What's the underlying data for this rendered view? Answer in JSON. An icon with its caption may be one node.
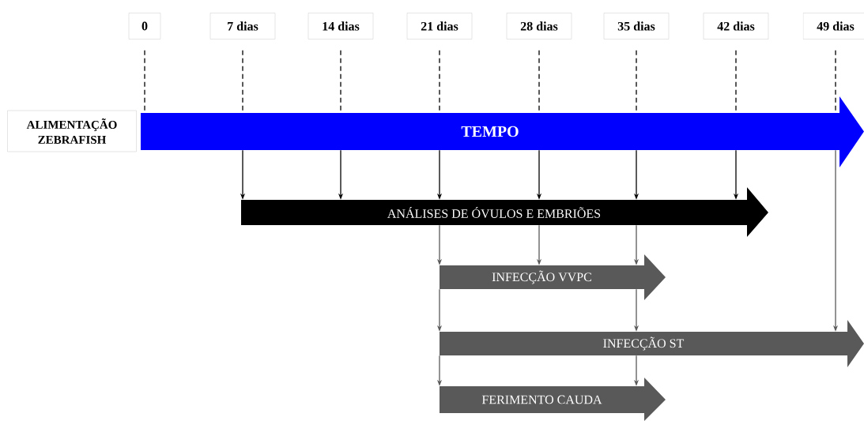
{
  "diagram": {
    "nodes": [
      {
        "text": [
          "0"
        ]
      },
      {
        "text": [
          "7 dias"
        ]
      },
      {
        "text": [
          "14 dias"
        ]
      },
      {
        "text": [
          "21 dias"
        ]
      },
      {
        "text": [
          "28 dias"
        ]
      },
      {
        "text": [
          "35 dias"
        ]
      },
      {
        "text": [
          "42 dias"
        ]
      },
      {
        "text": [
          "49 dias"
        ]
      },
      {
        "text": [
          "ALIMENTAÇÃO ZEBRAFISH"
        ]
      },
      {
        "text": [
          "TEMPO"
        ]
      },
      {
        "text": [
          "ANÁLISES DE ÓVULOS E EMBRIÕES"
        ]
      },
      {
        "text": [
          "INFECÇÃO VVPC"
        ]
      },
      {
        "text": [
          "INFECÇÃO ST"
        ]
      },
      {
        "text": [
          "FERIMENTO CAUDA"
        ]
      }
    ],
    "edges": [
      {
        "from": 0,
        "to": 9,
        "arrow": "none",
        "style": "dashed"
      },
      {
        "from": 1,
        "to": 9,
        "arrow": "none",
        "style": "dashed"
      },
      {
        "from": 2,
        "to": 9,
        "arrow": "none",
        "style": "dashed"
      },
      {
        "from": 3,
        "to": 9,
        "arrow": "none",
        "style": "dashed"
      },
      {
        "from": 4,
        "to": 9,
        "arrow": "none",
        "style": "dashed"
      },
      {
        "from": 5,
        "to": 9,
        "arrow": "none",
        "style": "dashed"
      },
      {
        "from": 6,
        "to": 9,
        "arrow": "none",
        "style": "dashed"
      },
      {
        "from": 7,
        "to": 9,
        "arrow": "none",
        "style": "dashed"
      },
      {
        "from": 9,
        "to": 10,
        "arrow": "to"
      },
      {
        "from": 9,
        "to": 10,
        "arrow": "to"
      },
      {
        "from": 9,
        "to": 10,
        "arrow": "to"
      },
      {
        "from": 9,
        "to": 10,
        "arrow": "to"
      },
      {
        "from": 9,
        "to": 10,
        "arrow": "to"
      },
      {
        "from": 9,
        "to": 10,
        "arrow": "to"
      },
      {
        "from": 10,
        "to": 11,
        "arrow": "to",
        "color": "#595959"
      },
      {
        "from": 10,
        "to": 11,
        "arrow": "to",
        "color": "#595959"
      },
      {
        "from": 10,
        "to": 11,
        "arrow": "to",
        "color": "#595959"
      },
      {
        "from": 11,
        "to": 12,
        "arrow": "to",
        "color": "#595959"
      },
      {
        "from": 11,
        "to": 12,
        "arrow": "to",
        "color": "#595959"
      },
      {
        "from": 9,
        "to": 12,
        "arrow": "to",
        "color": "#595959"
      },
      {
        "from": 12,
        "to": 13,
        "arrow": "to",
        "color": "#595959"
      },
      {
        "from": 12,
        "to": 13,
        "arrow": "to",
        "color": "#595959"
      }
    ]
  }
}
